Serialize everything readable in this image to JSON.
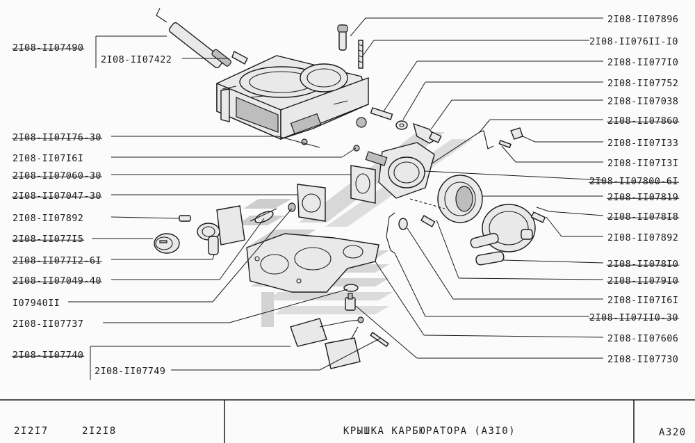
{
  "labels_left": [
    {
      "id": "l1",
      "text": "2I08-II07490",
      "strike": true
    },
    {
      "id": "l2",
      "text": "2I08-II07422",
      "strike": false
    },
    {
      "id": "l3",
      "text": "2I08-II07I76-30",
      "strike": true
    },
    {
      "id": "l4",
      "text": "2I08-II07I6I",
      "strike": false
    },
    {
      "id": "l5",
      "text": "2I08-II07060-30",
      "strike": true
    },
    {
      "id": "l6",
      "text": "2I08-II07047-30",
      "strike": true
    },
    {
      "id": "l7",
      "text": "2I08-II07892",
      "strike": false
    },
    {
      "id": "l8",
      "text": "2I08-II077I5",
      "strike": true
    },
    {
      "id": "l9",
      "text": "2I08-II077I2-6I",
      "strike": true
    },
    {
      "id": "l10",
      "text": "2I08-II07049-40",
      "strike": true
    },
    {
      "id": "l11",
      "text": "I07940II",
      "strike": false
    },
    {
      "id": "l12",
      "text": "2I08-II07737",
      "strike": false
    },
    {
      "id": "l13",
      "text": "2I08-II07740",
      "strike": true
    },
    {
      "id": "l14",
      "text": "2I08-II07749",
      "strike": false
    }
  ],
  "labels_right": [
    {
      "id": "r1",
      "text": "2I08-II07896",
      "strike": false
    },
    {
      "id": "r2",
      "text": "2I08-II076II-I0",
      "strike": false
    },
    {
      "id": "r3",
      "text": "2I08-II077I0",
      "strike": false
    },
    {
      "id": "r4",
      "text": "2I08-II07752",
      "strike": false
    },
    {
      "id": "r5",
      "text": "2I08-II07038",
      "strike": false
    },
    {
      "id": "r6",
      "text": "2I08-II07860",
      "strike": true
    },
    {
      "id": "r7",
      "text": "2I08-II07I33",
      "strike": false
    },
    {
      "id": "r8",
      "text": "2I08-II07I3I",
      "strike": false
    },
    {
      "id": "r9",
      "text": "2I08-II07800-6I",
      "strike": true
    },
    {
      "id": "r10",
      "text": "2I08-II07819",
      "strike": true
    },
    {
      "id": "r11",
      "text": "2I08-II078I8",
      "strike": true
    },
    {
      "id": "r12",
      "text": "2I08-II07892",
      "strike": false
    },
    {
      "id": "r13",
      "text": "2I08-II078I0",
      "strike": true
    },
    {
      "id": "r14",
      "text": "2I08-II079I0",
      "strike": true
    },
    {
      "id": "r15",
      "text": "2I08-II07I6I",
      "strike": false
    },
    {
      "id": "r16",
      "text": "2I08-II07II0-30",
      "strike": true
    },
    {
      "id": "r17",
      "text": "2I08-II07606",
      "strike": false
    },
    {
      "id": "r18",
      "text": "2I08-II07730",
      "strike": false
    }
  ],
  "title_block": {
    "model_1": "2I2I7",
    "model_2": "2I2I8",
    "title": "КРЫШКА КАРБЮРАТОРА (А3I0)",
    "sheet_number": "А320"
  }
}
